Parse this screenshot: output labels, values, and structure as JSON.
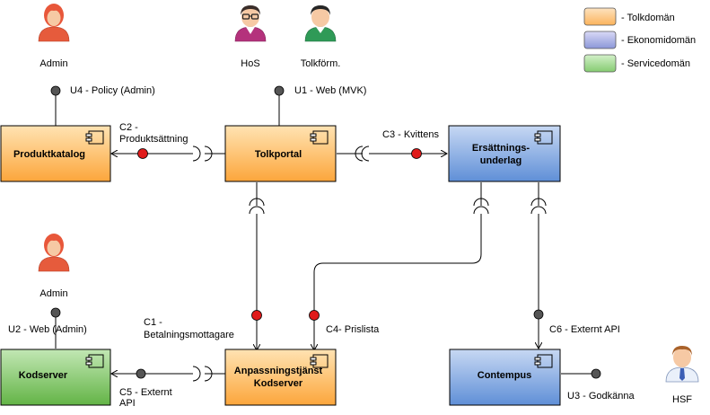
{
  "actors": {
    "admin_top": "Admin",
    "hos": "HoS",
    "tolkform": "Tolkförm.",
    "admin_left": "Admin",
    "hsf": "HSF"
  },
  "legend": {
    "tolk": "- Tolkdomän",
    "ekonomi": "- Ekonomidomän",
    "service": "- Servicedomän",
    "colors": {
      "tolk": "#fbbf6e",
      "ekonomi": "#8c97d8",
      "service": "#8fd080"
    }
  },
  "components": {
    "produktkatalog": "Produktkatalog",
    "tolkportal": "Tolkportal",
    "ersattning": [
      "Ersättnings-",
      "underlag"
    ],
    "kodserver": "Kodserver",
    "anpassning": [
      "Anpassningstjänst",
      "Kodserver"
    ],
    "contempus": "Contempus"
  },
  "interfaces": {
    "u4": "U4 - Policy (Admin)",
    "u1": "U1 - Web (MVK)",
    "c2": [
      "C2 -",
      "Produktsättning"
    ],
    "c3": "C3 - Kvittens",
    "u2": "U2 - Web (Admin)",
    "c1": [
      "C1 -",
      "Betalningsmottagare"
    ],
    "c4": "C4- Prislista",
    "c6": "C6 - Externt API",
    "c5": [
      "C5 - Externt",
      "API"
    ],
    "u3": "U3 - Godkänna"
  }
}
